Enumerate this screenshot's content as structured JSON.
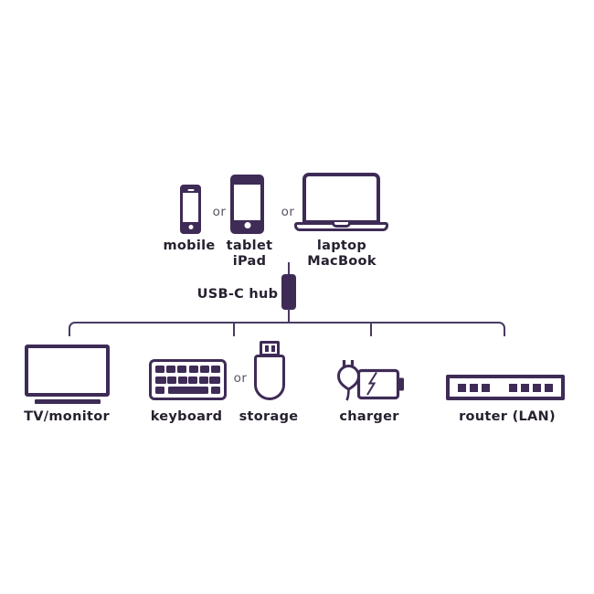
{
  "diagram": {
    "or_label": "or",
    "hub": {
      "label": "USB-C hub"
    },
    "sources": [
      {
        "id": "mobile",
        "label": "mobile"
      },
      {
        "id": "tablet",
        "label": "tablet",
        "label2": "iPad"
      },
      {
        "id": "laptop",
        "label": "laptop",
        "label2": "MacBook"
      }
    ],
    "peripherals": [
      {
        "id": "tv",
        "label": "TV/monitor"
      },
      {
        "id": "keyboard",
        "label": "keyboard"
      },
      {
        "id": "storage",
        "label": "storage"
      },
      {
        "id": "charger",
        "label": "charger"
      },
      {
        "id": "router",
        "label": "router (LAN)"
      }
    ],
    "colors": {
      "icon": "#3e2b56",
      "line": "#4a3a63",
      "text": "#272130",
      "or_text": "#5a5561"
    }
  }
}
